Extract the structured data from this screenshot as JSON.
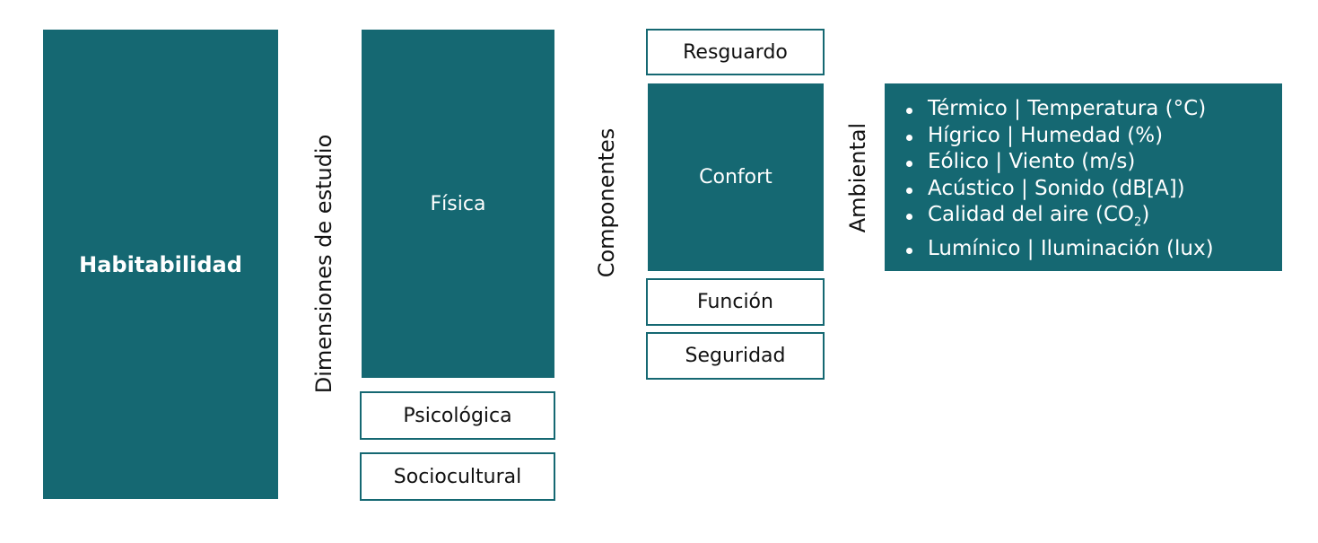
{
  "main_box": {
    "label": "Habitabilidad"
  },
  "dimensions": {
    "label": "Dimensiones de estudio",
    "items": [
      "Física",
      "Psicológica",
      "Sociocultural"
    ]
  },
  "components": {
    "label": "Componentes",
    "items": [
      "Resguardo",
      "Confort",
      "Función",
      "Seguridad"
    ]
  },
  "ambiental": {
    "label": "Ambiental",
    "items": [
      "Térmico | Temperatura (°C)",
      "Hígrico | Humedad (%)",
      "Eólico | Viento (m/s)",
      "Acústico | Sonido (dB[A])",
      "Calidad del aire (CO",
      "Lumínico | Iluminación (lux)"
    ],
    "co2_subscript": "2",
    "co2_suffix": ")"
  },
  "colors": {
    "fill": "#156872",
    "outline": "#156872",
    "text_dark": "#111111",
    "text_light": "#ffffff"
  }
}
